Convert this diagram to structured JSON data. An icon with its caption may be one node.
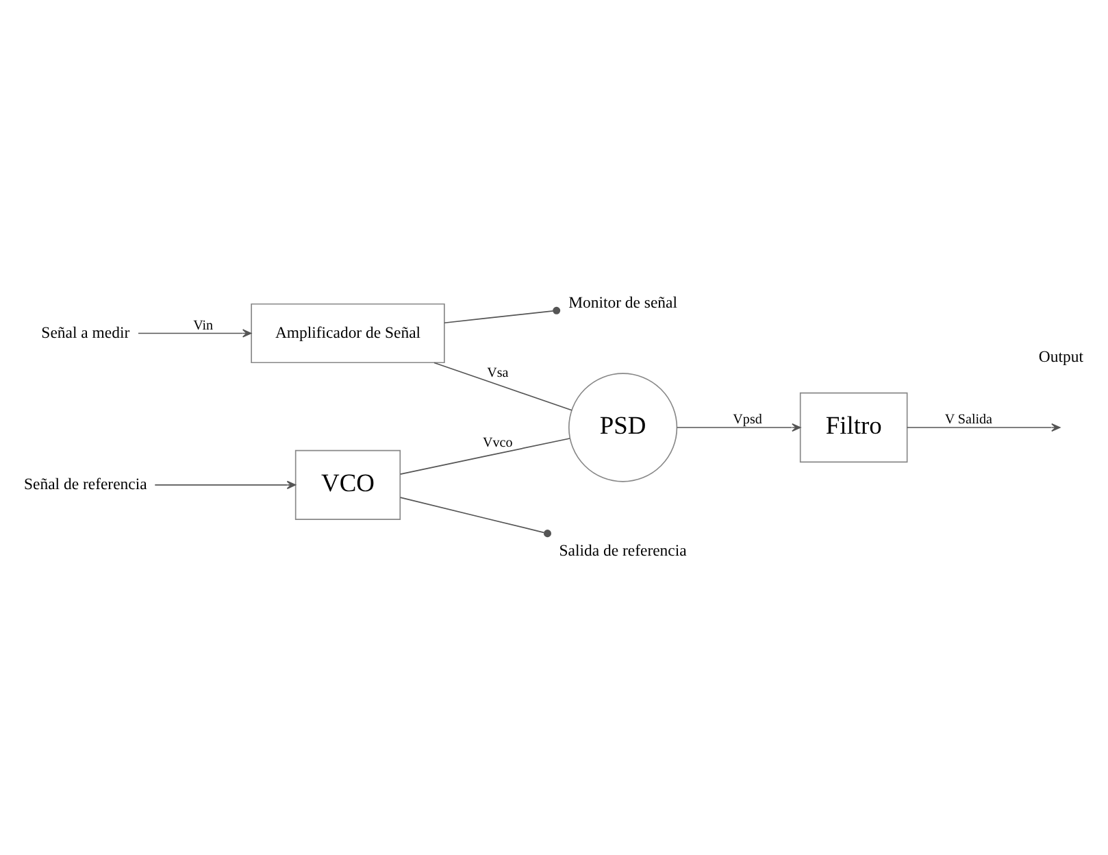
{
  "diagram": {
    "nodes": [
      {
        "text": [
          "Señal a medir"
        ]
      },
      {
        "text": [
          "Amplificador de Señal"
        ]
      },
      {
        "text": [
          "Monitor de señal"
        ]
      },
      {
        "text": [
          "PSD"
        ]
      },
      {
        "text": [
          "Filtro"
        ]
      },
      {
        "text": [
          "Señal de referencia"
        ]
      },
      {
        "text": [
          "VCO"
        ]
      },
      {
        "text": [
          "Salida de referencia"
        ]
      }
    ],
    "edges": [
      {
        "from": 0,
        "to": 1,
        "arrow": "to",
        "label": "Vin"
      },
      {
        "from": 1,
        "to": 3,
        "arrow": "none",
        "label": "Vsa"
      },
      {
        "from": 1,
        "to": 2,
        "arrow": "other"
      },
      {
        "from": 3,
        "to": 4,
        "arrow": "to",
        "label": "Vpsd"
      },
      {
        "from": 4,
        "to": null,
        "arrow": "to",
        "label": "V Salida"
      },
      {
        "from": 5,
        "to": 6,
        "arrow": "to"
      },
      {
        "from": 6,
        "to": 3,
        "arrow": "none",
        "label": "Vvco"
      },
      {
        "from": 6,
        "to": 7,
        "arrow": "other"
      }
    ],
    "labels": [
      "Output"
    ]
  }
}
